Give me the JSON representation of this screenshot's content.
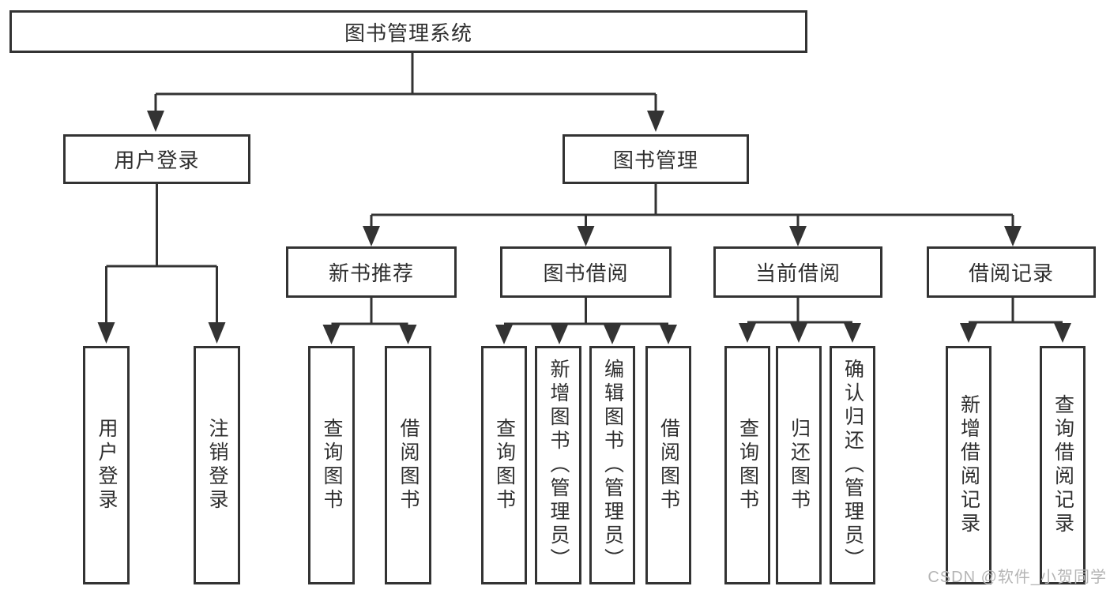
{
  "colors": {
    "line": "#333333",
    "text": "#2f2f2f",
    "box_bg": "#ffffff",
    "background": "#ffffff",
    "watermark": "#b5b5b5"
  },
  "watermark": {
    "text": "CSDN @软件_小贺同学"
  },
  "tree": {
    "root": {
      "label": "图书管理系统"
    },
    "branches": [
      {
        "label": "用户登录",
        "leaves": [
          {
            "label": "用户登录"
          },
          {
            "label": "注销登录"
          }
        ]
      },
      {
        "label": "图书管理",
        "groups": [
          {
            "label": "新书推荐",
            "leaves": [
              {
                "label": "查询图书"
              },
              {
                "label": "借阅图书"
              }
            ]
          },
          {
            "label": "图书借阅",
            "leaves": [
              {
                "label": "查询图书"
              },
              {
                "label": "新增图书（管理员）"
              },
              {
                "label": "编辑图书（管理员）"
              },
              {
                "label": "借阅图书"
              }
            ]
          },
          {
            "label": "当前借阅",
            "leaves": [
              {
                "label": "查询图书"
              },
              {
                "label": "归还图书"
              },
              {
                "label": "确认归还（管理员）"
              }
            ]
          },
          {
            "label": "借阅记录",
            "leaves": [
              {
                "label": "新增借阅记录"
              },
              {
                "label": "查询借阅记录"
              }
            ]
          }
        ]
      }
    ]
  }
}
